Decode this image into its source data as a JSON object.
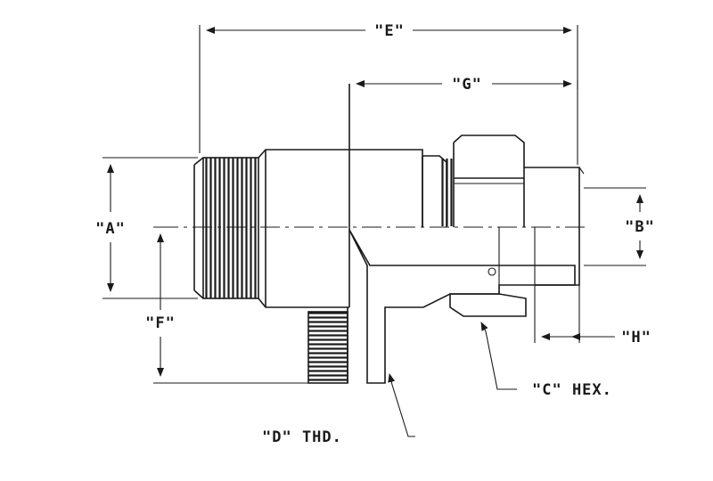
{
  "labels": {
    "A": "\"A\"",
    "B": "\"B\"",
    "C": "\"C\" HEX.",
    "D": "\"D\" THD.",
    "E": "\"E\"",
    "F": "\"F\"",
    "G": "\"G\"",
    "H": "\"H\""
  }
}
